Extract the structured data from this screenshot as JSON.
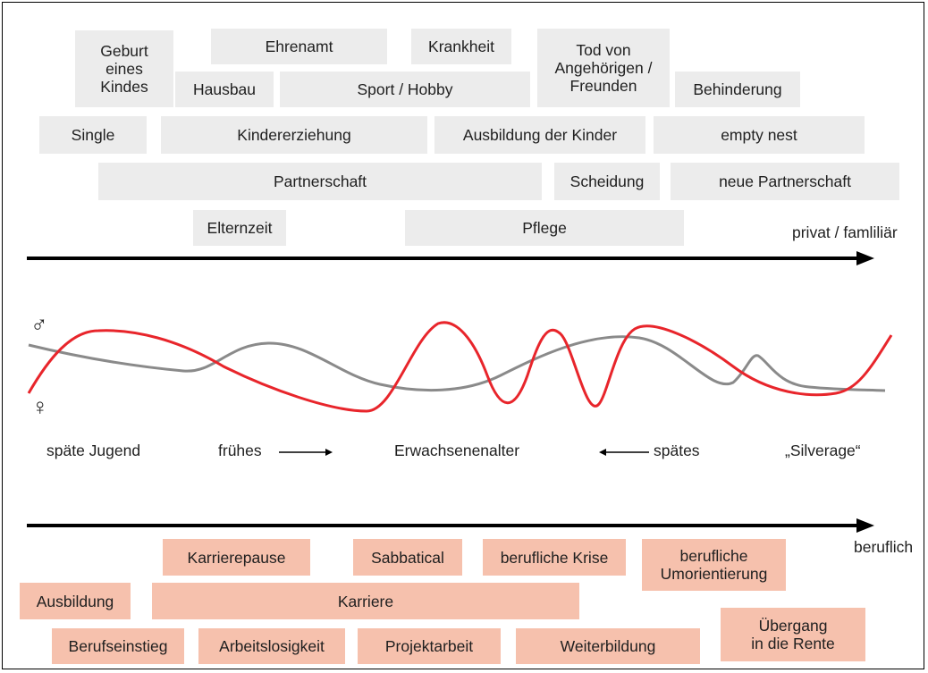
{
  "private_label": "privat / famliliär",
  "professional_label": "beruflich",
  "symbols": {
    "male": "♂",
    "female": "♀"
  },
  "private_boxes": [
    {
      "id": "geburt",
      "text": "Geburt\neines\nKindes"
    },
    {
      "id": "ehrenamt",
      "text": "Ehrenamt"
    },
    {
      "id": "krankheit",
      "text": "Krankheit"
    },
    {
      "id": "tod",
      "text": "Tod von\nAngehörigen /\nFreunden"
    },
    {
      "id": "hausbau",
      "text": "Hausbau"
    },
    {
      "id": "sport",
      "text": "Sport / Hobby"
    },
    {
      "id": "behinderung",
      "text": "Behinderung"
    },
    {
      "id": "single",
      "text": "Single"
    },
    {
      "id": "kindererziehung",
      "text": "Kindererziehung"
    },
    {
      "id": "ausbildung-kinder",
      "text": "Ausbildung der Kinder"
    },
    {
      "id": "empty-nest",
      "text": "empty nest"
    },
    {
      "id": "partnerschaft",
      "text": "Partnerschaft"
    },
    {
      "id": "scheidung",
      "text": "Scheidung"
    },
    {
      "id": "neue-partnerschaft",
      "text": "neue Partnerschaft"
    },
    {
      "id": "elternzeit",
      "text": "Elternzeit"
    },
    {
      "id": "pflege",
      "text": "Pflege"
    }
  ],
  "life_stages": {
    "late_youth": "späte Jugend",
    "early": "frühes",
    "adulthood": "Erwachsenenalter",
    "late": "spätes",
    "silverage": "„Silverage“"
  },
  "professional_boxes": [
    {
      "id": "karrierepause",
      "text": "Karrierepause"
    },
    {
      "id": "sabbatical",
      "text": "Sabbatical"
    },
    {
      "id": "berufliche-krise",
      "text": "berufliche Krise"
    },
    {
      "id": "umorientierung",
      "text": "berufliche\nUmorientierung"
    },
    {
      "id": "ausbildung",
      "text": "Ausbildung"
    },
    {
      "id": "karriere",
      "text": "Karriere"
    },
    {
      "id": "uebergang",
      "text": "Übergang\nin die Rente"
    },
    {
      "id": "berufseinstieg",
      "text": "Berufseinstieg"
    },
    {
      "id": "arbeitslosigkeit",
      "text": "Arbeitslosigkeit"
    },
    {
      "id": "projektarbeit",
      "text": "Projektarbeit"
    },
    {
      "id": "weiterbildung",
      "text": "Weiterbildung"
    }
  ],
  "colors": {
    "private_box": "#ececec",
    "professional_box": "#f6c1ad",
    "male_line": "#e8252b",
    "female_line": "#8a8a8a",
    "arrow": "#000000"
  }
}
